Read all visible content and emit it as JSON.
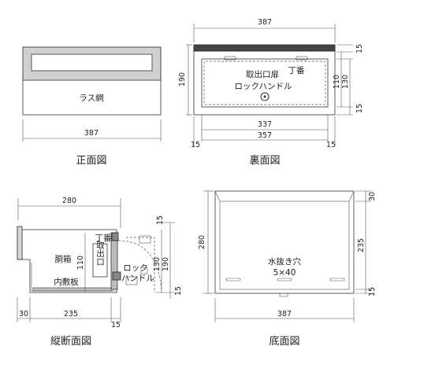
{
  "views": {
    "front": {
      "caption": "正面図",
      "width_dim": "387",
      "mesh_label": "ラス網"
    },
    "back": {
      "caption": "裏面図",
      "top_dim": "387",
      "height_dim": "190",
      "right_top_dim": "15",
      "right_dim_110": "110",
      "right_dim_130": "130",
      "right_bottom_dim": "15",
      "inner_dim": "337",
      "outer_dim": "357",
      "left_offset_dim": "15",
      "right_offset_dim": "15",
      "door_label": "取出口扉",
      "hinge_label": "丁番",
      "lock_label": "ロックハンドル"
    },
    "section": {
      "caption": "縦断面図",
      "top_dim": "280",
      "body_label": "胴箱",
      "hinge_label": "丁番",
      "outlet_label": "取出口",
      "lock_label_1": "ロック",
      "lock_label_2": "ハンドル",
      "inner_plate_label": "内敷板",
      "dim_110": "110",
      "dim_130": "130",
      "dim_190": "190",
      "right_top_dim": "15",
      "right_bottom_dim": "15",
      "bottom_left_dim": "30",
      "bottom_mid_dim": "235",
      "bottom_right_dim": "15"
    },
    "bottom": {
      "caption": "底面図",
      "width_dim": "387",
      "height_dim": "280",
      "right_top_dim": "30",
      "right_mid_dim": "235",
      "right_bottom_dim": "15",
      "drain_label": "水抜き穴",
      "drain_size": "5×40"
    }
  }
}
